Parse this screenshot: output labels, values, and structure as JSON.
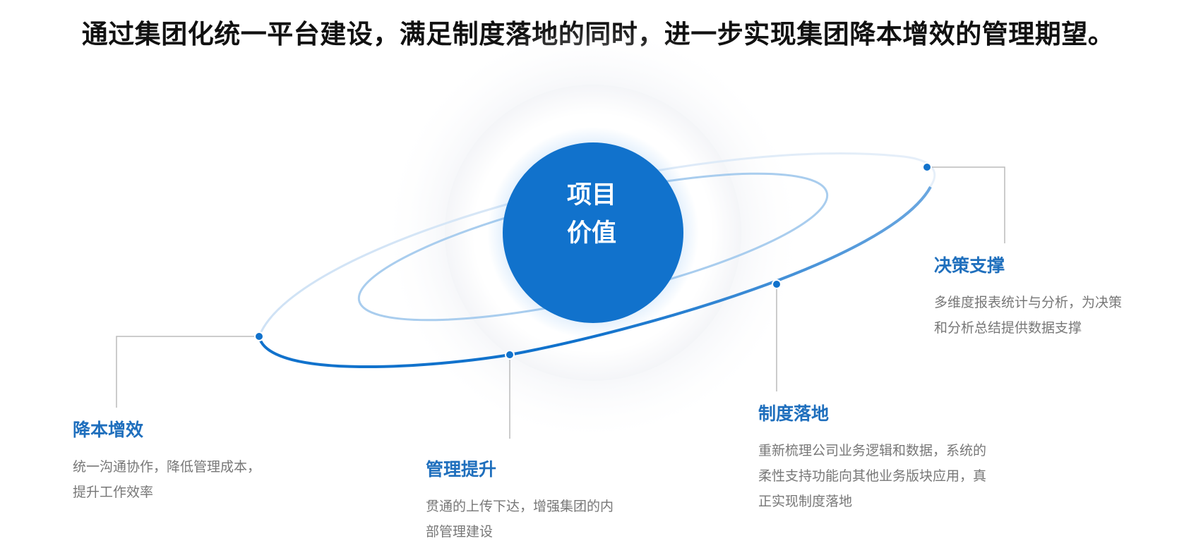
{
  "headline": "通过集团化统一平台建设，满足制度落地的同时，进一步实现集团降本增效的管理期望。",
  "center": {
    "line1": "项目",
    "line2": "价值"
  },
  "items": [
    {
      "title": "降本增效",
      "desc_line1": "统一沟通协作，降低管理成本，",
      "desc_line2": "提升工作效率"
    },
    {
      "title": "管理提升",
      "desc_line1": "贯通的上传下达，增强集团的内",
      "desc_line2": "部管理建设"
    },
    {
      "title": "制度落地",
      "desc_line1": "重新梳理公司业务逻辑和数据，系统的",
      "desc_line2": "柔性支持功能向其他业务版块应用，真",
      "desc_line3": "正实现制度落地"
    },
    {
      "title": "决策支撑",
      "desc_line1": "多维度报表统计与分析，为决策",
      "desc_line2": "和分析总结提供数据支撑"
    }
  ],
  "colors": {
    "primary": "#1172cc",
    "title": "#1f6fbd",
    "desc": "#777777",
    "connector": "#bbbbbb"
  }
}
